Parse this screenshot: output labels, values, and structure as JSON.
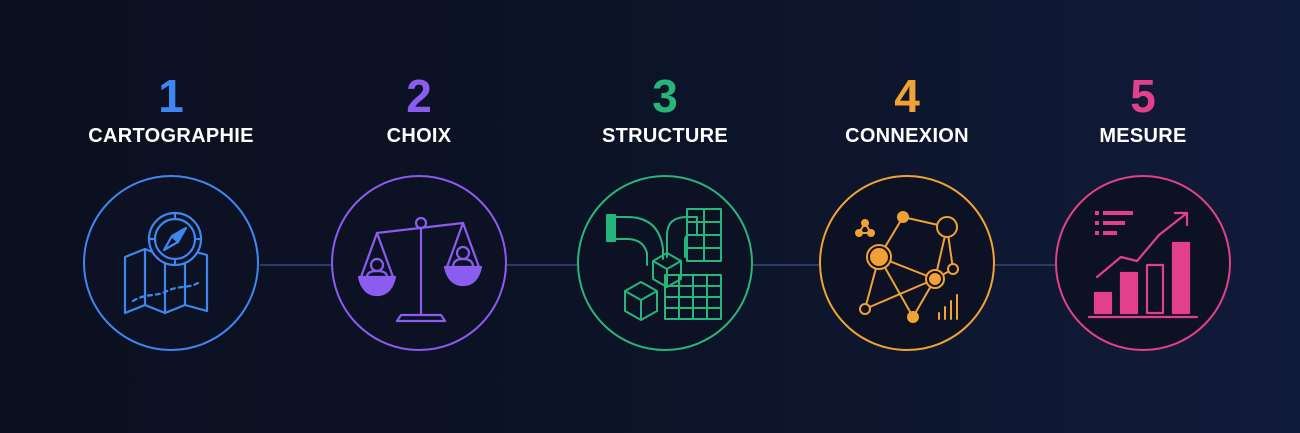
{
  "steps": [
    {
      "number": "1",
      "title": "CARTOGRAPHIE",
      "color": "#3f87f0",
      "icon": "compass-map-icon"
    },
    {
      "number": "2",
      "title": "CHOIX",
      "color": "#8a5cf0",
      "icon": "balance-scale-icon"
    },
    {
      "number": "3",
      "title": "STRUCTURE",
      "color": "#26b57a",
      "icon": "pipes-blocks-grid-icon"
    },
    {
      "number": "4",
      "title": "CONNEXION",
      "color": "#f2a234",
      "icon": "network-nodes-icon"
    },
    {
      "number": "5",
      "title": "MESURE",
      "color": "#e2408a",
      "icon": "growth-bar-chart-icon"
    }
  ]
}
